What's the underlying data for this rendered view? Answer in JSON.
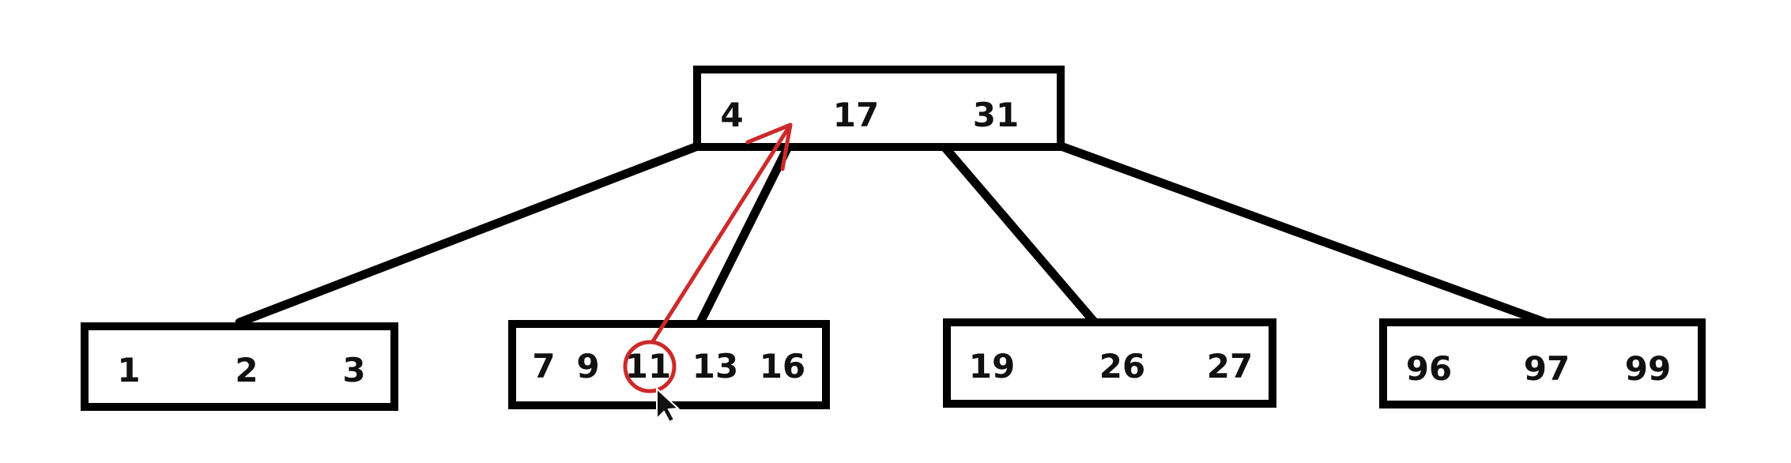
{
  "tree": {
    "root": {
      "keys": [
        "4",
        "17",
        "31"
      ]
    },
    "children": [
      {
        "keys": [
          "1",
          "2",
          "3"
        ]
      },
      {
        "keys": [
          "7",
          "9",
          "11",
          "13",
          "16"
        ]
      },
      {
        "keys": [
          "19",
          "26",
          "27"
        ]
      },
      {
        "keys": [
          "96",
          "97",
          "99"
        ]
      }
    ]
  },
  "highlight": {
    "key": "11",
    "note": "key 11 circled; arrow points up toward root between 4 and 17",
    "color": "#cc2a2a"
  },
  "colors": {
    "stroke": "#000000",
    "text": "#111111",
    "background": "#ffffff"
  },
  "cursor_icon": "mouse-pointer-icon"
}
